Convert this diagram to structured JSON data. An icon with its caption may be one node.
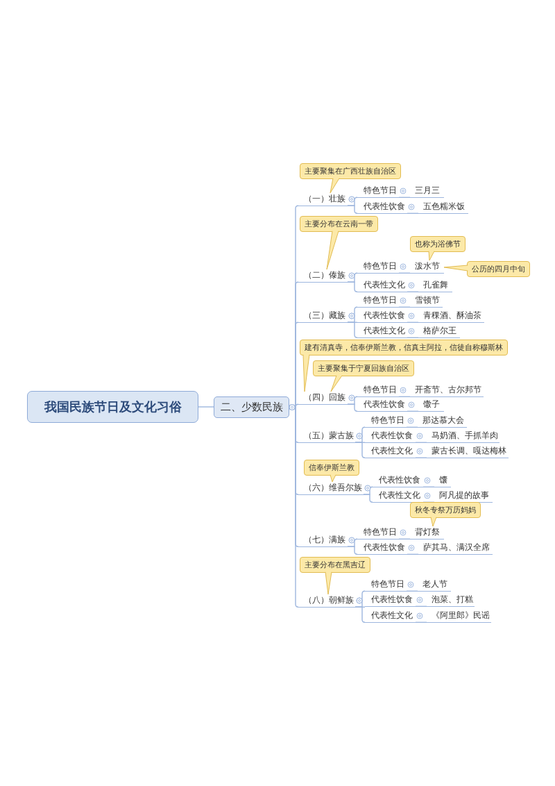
{
  "diagram": {
    "nodes": [
      {
        "text": [
          "我国民族节日及文化习俗"
        ]
      },
      {
        "text": [
          "二、少数民族"
        ]
      },
      {
        "text": [
          "主要聚集在广西壮族自治区"
        ]
      },
      {
        "text": [
          "（一）壮族"
        ]
      },
      {
        "text": [
          "特色节日"
        ]
      },
      {
        "text": [
          "三月三"
        ]
      },
      {
        "text": [
          "代表性饮食"
        ]
      },
      {
        "text": [
          "五色糯米饭"
        ]
      },
      {
        "text": [
          "主要分布在云南一带"
        ]
      },
      {
        "text": [
          "（二）傣族"
        ]
      },
      {
        "text": [
          "特色节日"
        ]
      },
      {
        "text": [
          "也称为浴佛节"
        ]
      },
      {
        "text": [
          "泼水节"
        ]
      },
      {
        "text": [
          "公历的四月中旬"
        ]
      },
      {
        "text": [
          "代表性文化"
        ]
      },
      {
        "text": [
          "孔雀舞"
        ]
      },
      {
        "text": [
          "（三）藏族"
        ]
      },
      {
        "text": [
          "特色节日"
        ]
      },
      {
        "text": [
          "雪顿节"
        ]
      },
      {
        "text": [
          "代表性饮食"
        ]
      },
      {
        "text": [
          "青稞酒、酥油茶"
        ]
      },
      {
        "text": [
          "代表性文化"
        ]
      },
      {
        "text": [
          "格萨尔王"
        ]
      },
      {
        "text": [
          "建有清真寺，信奉伊斯兰教，信真主阿拉，信徒自称穆斯林"
        ]
      },
      {
        "text": [
          "主要聚集于宁夏回族自治区"
        ]
      },
      {
        "text": [
          "（四）回族"
        ]
      },
      {
        "text": [
          "特色节日"
        ]
      },
      {
        "text": [
          "开斋节、古尔邦节"
        ]
      },
      {
        "text": [
          "代表性饮食"
        ]
      },
      {
        "text": [
          "馓子"
        ]
      },
      {
        "text": [
          "（五）蒙古族"
        ]
      },
      {
        "text": [
          "特色节日"
        ]
      },
      {
        "text": [
          "那达慕大会"
        ]
      },
      {
        "text": [
          "代表性饮食"
        ]
      },
      {
        "text": [
          "马奶酒、手抓羊肉"
        ]
      },
      {
        "text": [
          "代表性文化"
        ]
      },
      {
        "text": [
          "蒙古长调、嘎达梅林"
        ]
      },
      {
        "text": [
          "信奉伊斯兰教"
        ]
      },
      {
        "text": [
          "（六）维吾尔族"
        ]
      },
      {
        "text": [
          "代表性饮食"
        ]
      },
      {
        "text": [
          "馕"
        ]
      },
      {
        "text": [
          "代表性文化"
        ]
      },
      {
        "text": [
          "阿凡提的故事"
        ]
      },
      {
        "text": [
          "（七）满族"
        ]
      },
      {
        "text": [
          "特色节日"
        ]
      },
      {
        "text": [
          "秋冬专祭万历妈妈"
        ]
      },
      {
        "text": [
          "背灯祭"
        ]
      },
      {
        "text": [
          "代表性饮食"
        ]
      },
      {
        "text": [
          "萨其马、满汉全席"
        ]
      },
      {
        "text": [
          "主要分布在黑吉辽"
        ]
      },
      {
        "text": [
          "（八）朝鲜族"
        ]
      },
      {
        "text": [
          "特色节日"
        ]
      },
      {
        "text": [
          "老人节"
        ]
      },
      {
        "text": [
          "代表性饮食"
        ]
      },
      {
        "text": [
          "泡菜、打糕"
        ]
      },
      {
        "text": [
          "代表性文化"
        ]
      },
      {
        "text": [
          "《阿里郎》民谣"
        ]
      }
    ],
    "edges": [
      {
        "from": 0,
        "to": 1,
        "arrow": "none"
      },
      {
        "from": 1,
        "to": 3,
        "arrow": "other"
      },
      {
        "from": 1,
        "to": 9,
        "arrow": "other"
      },
      {
        "from": 1,
        "to": 16,
        "arrow": "other"
      },
      {
        "from": 1,
        "to": 25,
        "arrow": "other"
      },
      {
        "from": 1,
        "to": 30,
        "arrow": "other"
      },
      {
        "from": 1,
        "to": 38,
        "arrow": "other"
      },
      {
        "from": 1,
        "to": 43,
        "arrow": "other"
      },
      {
        "from": 1,
        "to": 50,
        "arrow": "other"
      },
      {
        "from": 2,
        "to": 3,
        "arrow": "to",
        "color": "#e2bc52"
      },
      {
        "from": 3,
        "to": 4,
        "arrow": "other"
      },
      {
        "from": 4,
        "to": 5,
        "arrow": "other"
      },
      {
        "from": 3,
        "to": 6,
        "arrow": "other"
      },
      {
        "from": 6,
        "to": 7,
        "arrow": "other"
      },
      {
        "from": 8,
        "to": 9,
        "arrow": "to",
        "color": "#e2bc52"
      },
      {
        "from": 9,
        "to": 10,
        "arrow": "other"
      },
      {
        "from": 10,
        "to": 12,
        "arrow": "other"
      },
      {
        "from": 11,
        "to": 12,
        "arrow": "to",
        "color": "#e2bc52"
      },
      {
        "from": 13,
        "to": 12,
        "arrow": "to",
        "color": "#e2bc52"
      },
      {
        "from": 9,
        "to": 14,
        "arrow": "other"
      },
      {
        "from": 14,
        "to": 15,
        "arrow": "other"
      },
      {
        "from": 16,
        "to": 17,
        "arrow": "other"
      },
      {
        "from": 17,
        "to": 18,
        "arrow": "other"
      },
      {
        "from": 16,
        "to": 19,
        "arrow": "other"
      },
      {
        "from": 19,
        "to": 20,
        "arrow": "other"
      },
      {
        "from": 16,
        "to": 21,
        "arrow": "other"
      },
      {
        "from": 21,
        "to": 22,
        "arrow": "other"
      },
      {
        "from": 23,
        "to": 25,
        "arrow": "to",
        "color": "#e2bc52"
      },
      {
        "from": 24,
        "to": 25,
        "arrow": "to",
        "color": "#e2bc52"
      },
      {
        "from": 25,
        "to": 26,
        "arrow": "other"
      },
      {
        "from": 26,
        "to": 27,
        "arrow": "other"
      },
      {
        "from": 25,
        "to": 28,
        "arrow": "other"
      },
      {
        "from": 28,
        "to": 29,
        "arrow": "other"
      },
      {
        "from": 30,
        "to": 31,
        "arrow": "other"
      },
      {
        "from": 31,
        "to": 32,
        "arrow": "other"
      },
      {
        "from": 30,
        "to": 33,
        "arrow": "other"
      },
      {
        "from": 33,
        "to": 34,
        "arrow": "other"
      },
      {
        "from": 30,
        "to": 35,
        "arrow": "other"
      },
      {
        "from": 35,
        "to": 36,
        "arrow": "other"
      },
      {
        "from": 37,
        "to": 38,
        "arrow": "to",
        "color": "#e2bc52"
      },
      {
        "from": 38,
        "to": 39,
        "arrow": "other"
      },
      {
        "from": 39,
        "to": 40,
        "arrow": "other"
      },
      {
        "from": 38,
        "to": 41,
        "arrow": "other"
      },
      {
        "from": 41,
        "to": 42,
        "arrow": "other"
      },
      {
        "from": 43,
        "to": 44,
        "arrow": "other"
      },
      {
        "from": 45,
        "to": 46,
        "arrow": "to",
        "color": "#e2bc52"
      },
      {
        "from": 44,
        "to": 46,
        "arrow": "other"
      },
      {
        "from": 43,
        "to": 47,
        "arrow": "other"
      },
      {
        "from": 47,
        "to": 48,
        "arrow": "other"
      },
      {
        "from": 49,
        "to": 50,
        "arrow": "to",
        "color": "#e2bc52"
      },
      {
        "from": 50,
        "to": 51,
        "arrow": "other"
      },
      {
        "from": 51,
        "to": 52,
        "arrow": "other"
      },
      {
        "from": 50,
        "to": 53,
        "arrow": "other"
      },
      {
        "from": 53,
        "to": 54,
        "arrow": "other"
      },
      {
        "from": 50,
        "to": 55,
        "arrow": "other"
      },
      {
        "from": 55,
        "to": 56,
        "arrow": "other"
      }
    ]
  }
}
